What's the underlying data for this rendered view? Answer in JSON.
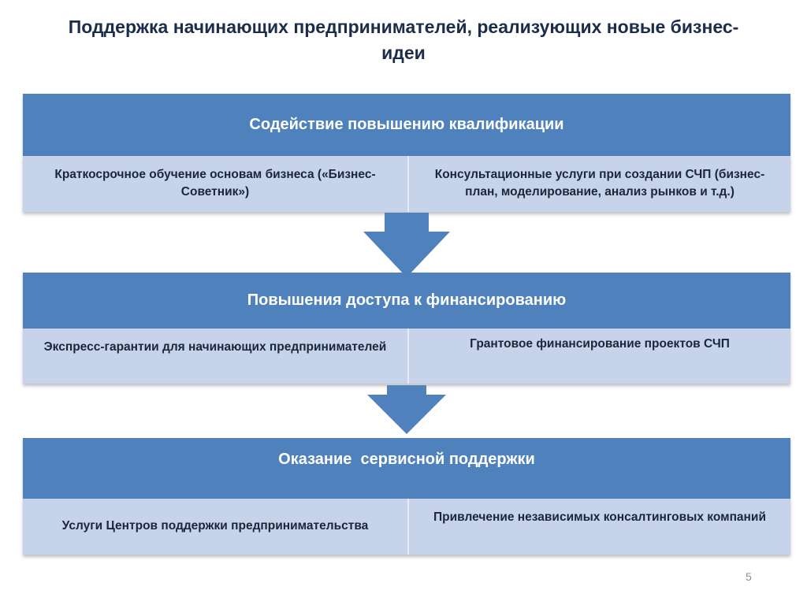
{
  "slide": {
    "title": "Поддержка начинающих предпринимателей, реализующих новые бизнес-идеи",
    "page_number": "5"
  },
  "blocks": [
    {
      "header": "Содействие повышению квалификации",
      "cells": [
        "Краткосрочное обучение основам бизнеса («Бизнес-Советник»)",
        "Консультационные услуги при создании СЧП (бизнес-план, моделирование, анализ рынков и т.д.)"
      ]
    },
    {
      "header": "Повышения доступа к финансированию",
      "cells": [
        "Экспресс-гарантии для начинающих предпринимателей",
        "Грантовое финансирование проектов СЧП"
      ]
    },
    {
      "header": "Оказание  сервисной поддержки",
      "cells": [
        "Услуги Центров поддержки предпринимательства",
        "Привлечение независимых консалтинговых компаний"
      ]
    }
  ],
  "colors": {
    "header_fill": "#4f81bd",
    "cell_fill": "#c6d3ea",
    "arrow_fill": "#4f81bd",
    "title_text": "#1b2d4a"
  },
  "icons": [
    "down-arrow-icon",
    "down-arrow-icon"
  ]
}
